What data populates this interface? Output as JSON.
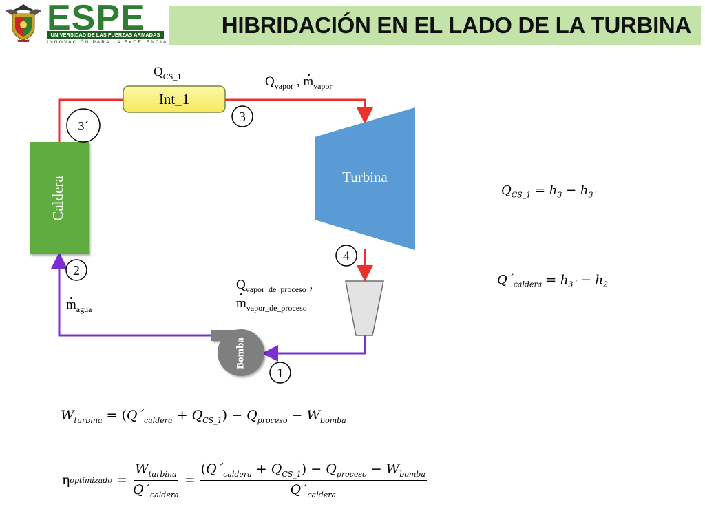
{
  "header": {
    "title": "HIBRIDACIÓN EN EL LADO DE LA TURBINA",
    "logo": {
      "name": "ESPE",
      "university": "UNIVERSIDAD DE LAS FUERZAS ARMADAS",
      "slogan": "INNOVACIÓN PARA LA EXCELENCIA",
      "country": "ECUADOR"
    }
  },
  "diagram": {
    "components": {
      "boiler": "Caldera",
      "turbine": "Turbina",
      "pump": "Bomba",
      "heat_exchanger": "Int_1"
    },
    "states": {
      "s3prime": "3´",
      "s3": "3",
      "s4": "4",
      "s2": "2",
      "s1": "1"
    },
    "labels": {
      "qcs": {
        "base": "Q",
        "sub": "CS_1"
      },
      "vapor": {
        "q": "Q",
        "q_sub": "vapor",
        "sep": " , ",
        "m": "m",
        "m_sub": "vapor"
      },
      "process": {
        "q": "Q",
        "q_sub": "vapor_de_proceso",
        "sep": " ,",
        "m": "m",
        "m_sub": "vapor_de_proceso"
      },
      "water": {
        "m": "m",
        "m_sub": "agua"
      }
    },
    "colors": {
      "red_line": "#e8322b",
      "purple_line": "#7b2fd1",
      "boiler": "#5fac3f",
      "turbine": "#5b9bd5",
      "hx_fill": "#fbf28a",
      "hx_border": "#6f8a3a",
      "pump": "#7f7f7f",
      "condenser": "#e3e3e3"
    }
  },
  "equations": {
    "eq1": {
      "lhs": "Q",
      "lhs_sub": "CS_1",
      "equals": " = ",
      "h": "h",
      "a_sub": "3",
      "minus": " − ",
      "b_sub": "3´"
    },
    "eq2": {
      "lhs": "Q´",
      "lhs_sub": "caldera",
      "equals": " = ",
      "h": "h",
      "a_sub": "3´",
      "minus": " − ",
      "b_sub": "2"
    },
    "eq3": {
      "w": "W",
      "turbina": "turbina",
      "equals": " = ",
      "open": "(",
      "q_prime": "Q´",
      "caldera": "caldera",
      "plus": " + ",
      "q": "Q",
      "cs": "CS_1",
      "close": ")",
      "minus": " − ",
      "proceso": "proceso",
      "bomba": "bomba"
    },
    "eq4": {
      "eta": "η",
      "optimizado": "optimizado",
      "equals": " = "
    }
  }
}
